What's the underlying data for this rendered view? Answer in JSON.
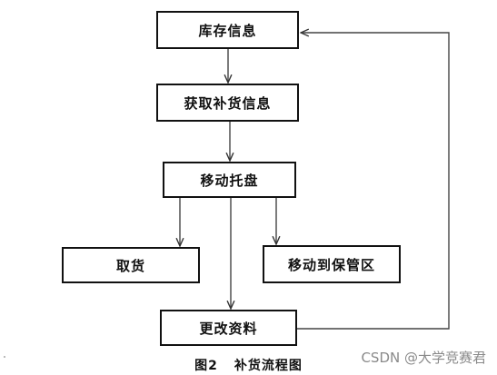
{
  "nodes": {
    "inventory_info": "库存信息",
    "restock_info": "获取补货信息",
    "move_pallet": "移动托盘",
    "pick_goods": "取货",
    "move_to_storage": "移动到保管区",
    "update_records": "更改资料"
  },
  "caption": {
    "figure_number": "图2",
    "title": "补货流程图"
  },
  "watermark": "CSDN @大学竞赛君",
  "edges": [
    {
      "from": "inventory_info",
      "to": "restock_info"
    },
    {
      "from": "restock_info",
      "to": "move_pallet"
    },
    {
      "from": "move_pallet",
      "to": "pick_goods"
    },
    {
      "from": "move_pallet",
      "to": "move_to_storage"
    },
    {
      "from": "move_pallet",
      "to": "update_records"
    },
    {
      "from": "update_records",
      "to": "inventory_info"
    }
  ]
}
